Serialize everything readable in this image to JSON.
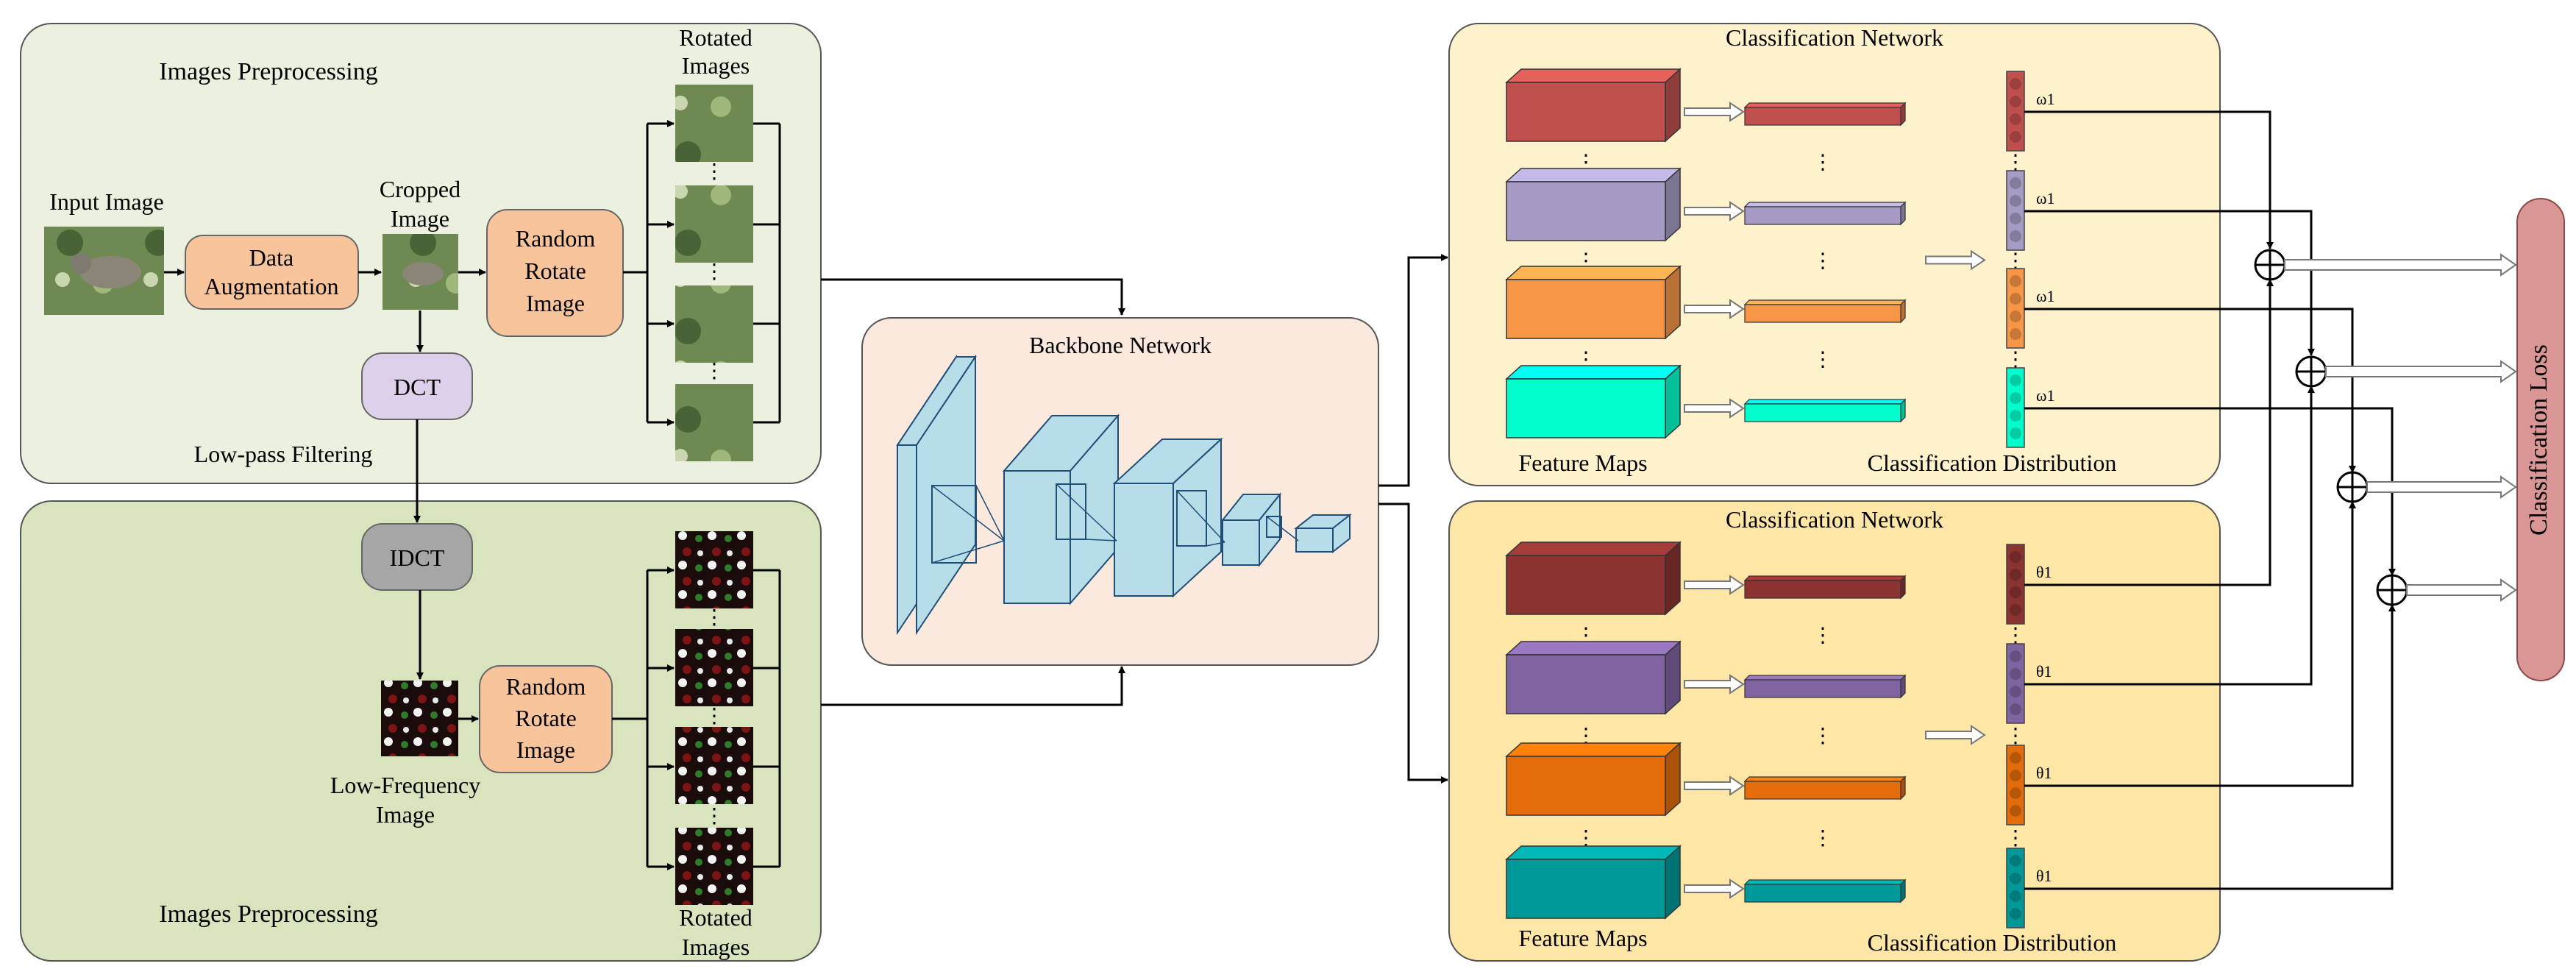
{
  "top_panel": {
    "title": "Images Preprocessing",
    "input_image_label": "Input Image",
    "data_augmentation_box": [
      "Data",
      "Augmentation"
    ],
    "cropped_image_label": [
      "Cropped",
      "Image"
    ],
    "random_rotate_box": [
      "Random",
      "Rotate",
      "Image"
    ],
    "rotated_images_label": [
      "Rotated",
      "Images"
    ],
    "dct_box": "DCT",
    "low_pass_label": "Low-pass Filtering"
  },
  "bottom_panel": {
    "title": "Images Preprocessing",
    "idct_box": "IDCT",
    "low_freq_label": [
      "Low-Frequency",
      "Image"
    ],
    "random_rotate_box": [
      "Random",
      "Rotate",
      "Image"
    ],
    "rotated_images_label": [
      "Rotated",
      "Images"
    ]
  },
  "backbone": {
    "title": "Backbone Network"
  },
  "classification_top": {
    "title": "Classification Network",
    "feature_maps_label": "Feature Maps",
    "distribution_label": "Classification Distribution",
    "weight_labels": [
      "ω1",
      "ω1",
      "ω1",
      "ω1"
    ],
    "colors": [
      "#c0504d",
      "#a59bc4",
      "#f79646",
      "#00ffcc"
    ]
  },
  "classification_bottom": {
    "title": "Classification Network",
    "feature_maps_label": "Feature Maps",
    "distribution_label": "Classification Distribution",
    "weight_labels": [
      "θ1",
      "θ1",
      "θ1",
      "θ1"
    ],
    "colors": [
      "#8b3330",
      "#8064a2",
      "#e46c0a",
      "#009999"
    ]
  },
  "loss": {
    "label": "Classification Loss",
    "color": "#d99694"
  },
  "panel_colors": {
    "top_left": "#ebf1de",
    "bottom_left": "#d7e4bd",
    "backbone": "#fbe9de",
    "class_top": "#fef2cc",
    "class_bottom": "#fde6a6",
    "orange_box": "#f8c49c",
    "purple_box": "#ddd0ea",
    "gray_box": "#a6a6a6"
  }
}
